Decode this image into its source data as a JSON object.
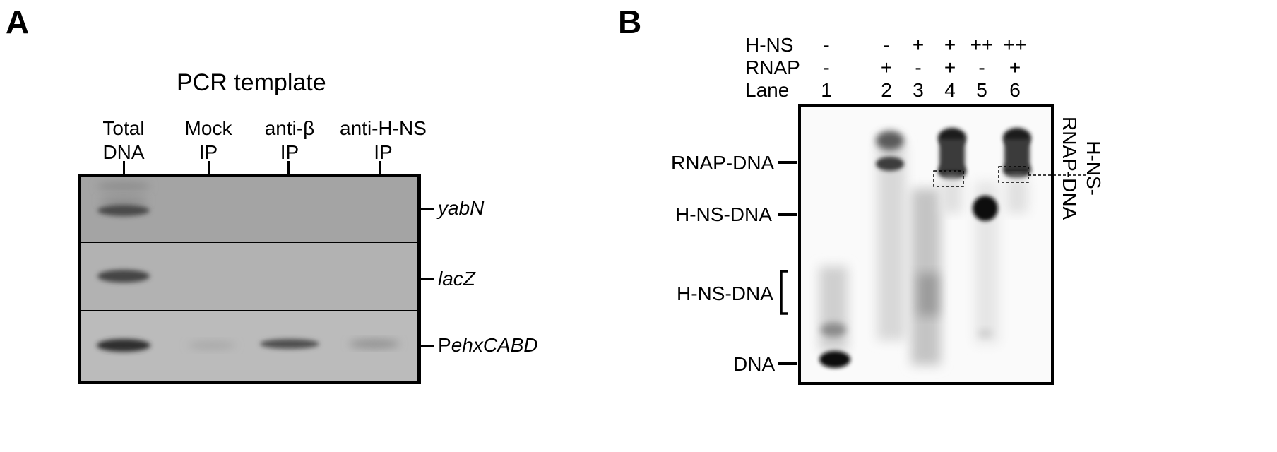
{
  "panel_a": {
    "letter": "A",
    "title": "PCR template",
    "columns": [
      {
        "line1": "Total",
        "line2": "DNA"
      },
      {
        "line1": "Mock",
        "line2": "IP"
      },
      {
        "line1": "anti-β",
        "line2": "IP"
      },
      {
        "line1": "anti-H-NS",
        "line2": "IP"
      }
    ],
    "rows": [
      {
        "prefix": "",
        "gene": "yabN"
      },
      {
        "prefix": "",
        "gene": "lacZ"
      },
      {
        "prefix": "P",
        "gene": "ehxCABD"
      }
    ]
  },
  "panel_b": {
    "letter": "B",
    "conditions": [
      {
        "label": "H-NS",
        "values": [
          "-",
          "-",
          "+",
          "+",
          "++",
          "++"
        ]
      },
      {
        "label": "RNAP",
        "values": [
          "-",
          "+",
          "-",
          "+",
          "-",
          "+"
        ]
      },
      {
        "label": "Lane",
        "values": [
          "1",
          "2",
          "3",
          "4",
          "5",
          "6"
        ]
      }
    ],
    "band_labels": [
      "RNAP-DNA",
      "H-NS-DNA",
      "H-NS-DNA",
      "DNA"
    ],
    "complex_label": {
      "line1": "H-NS-",
      "line2": "RNAP-DNA"
    }
  }
}
